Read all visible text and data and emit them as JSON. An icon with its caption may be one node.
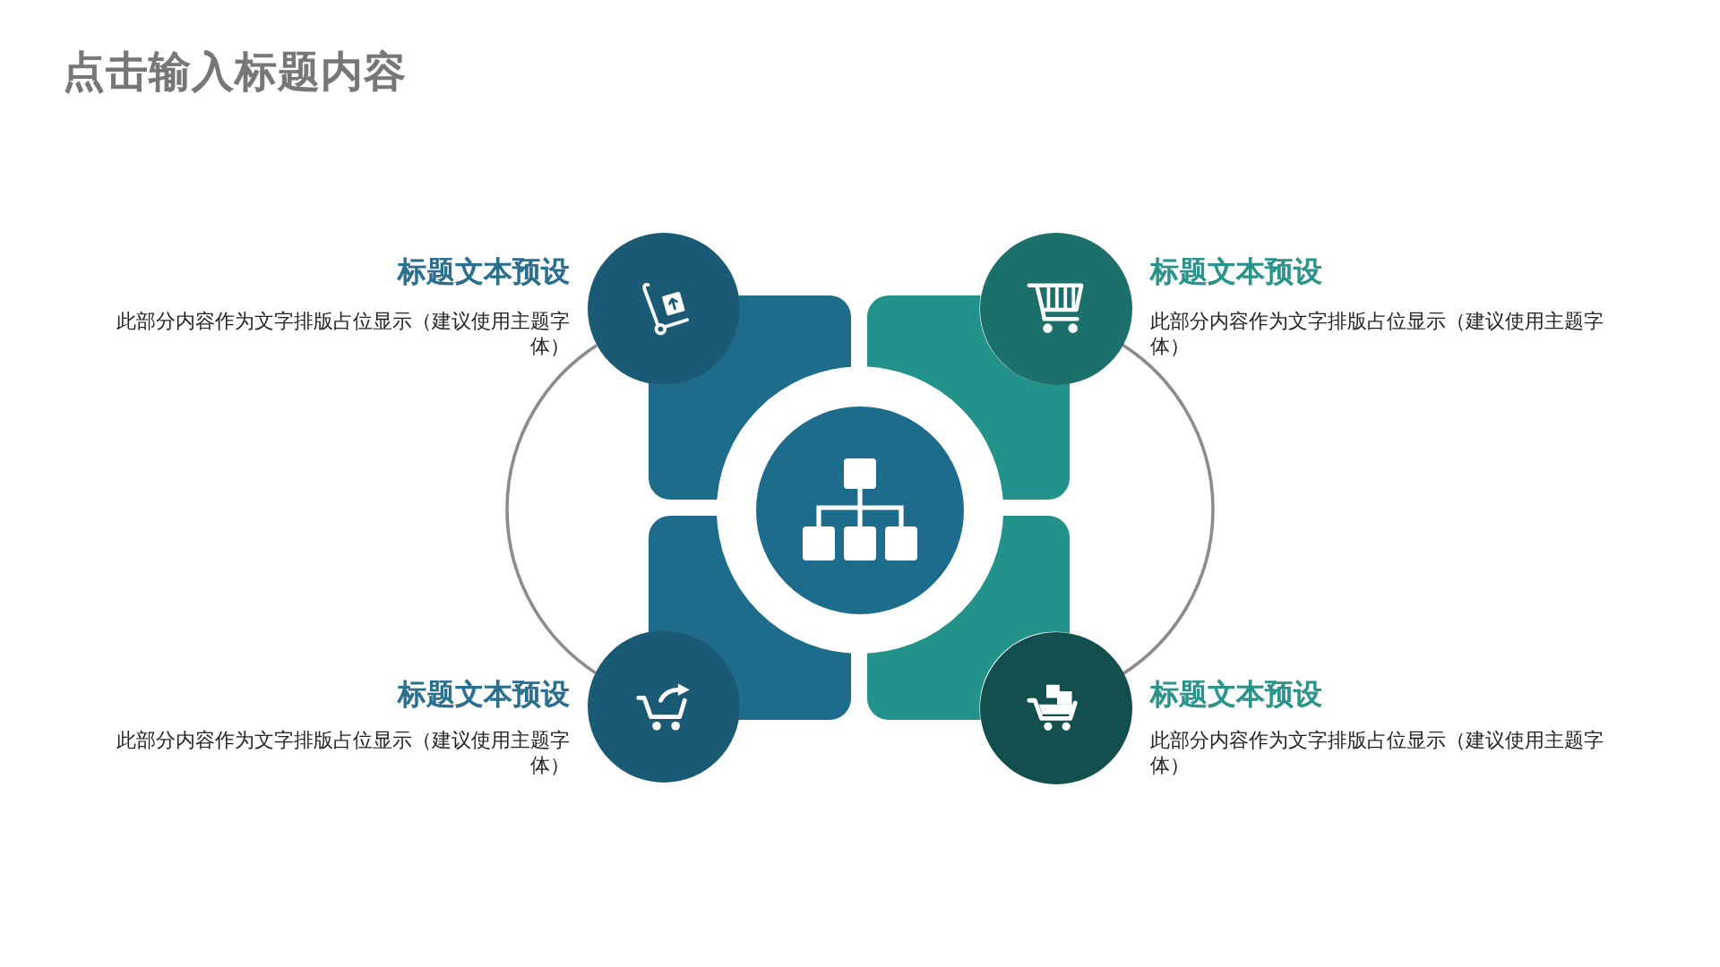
{
  "diagram": {
    "title": "点击输入标题内容",
    "nodes": [
      {
        "text": [],
        "shape": "circle",
        "beside": [
          "标题文本预设",
          "此部分内容作为文字排版占位显示（建议使用主题字体）"
        ]
      },
      {
        "text": [],
        "shape": "circle",
        "beside": [
          "标题文本预设",
          "此部分内容作为文字排版占位显示（建议使用主题字体）"
        ]
      },
      {
        "text": [],
        "shape": "circle"
      },
      {
        "text": [],
        "shape": "circle",
        "beside": [
          "标题文本预设",
          "此部分内容作为文字排版占位显示（建议使用主题字体）"
        ]
      },
      {
        "text": [],
        "shape": "circle",
        "beside": [
          "标题文本预设",
          "此部分内容作为文字排版占位显示（建议使用主题字体）"
        ]
      },
      {
        "text": [],
        "shape": "box"
      },
      {
        "text": [],
        "shape": "box"
      },
      {
        "text": [],
        "shape": "box"
      },
      {
        "text": [],
        "shape": "box"
      }
    ],
    "edges": [
      {
        "from": 0,
        "to": 3,
        "arrow": "none"
      },
      {
        "from": 1,
        "to": 4,
        "arrow": "none"
      }
    ]
  }
}
